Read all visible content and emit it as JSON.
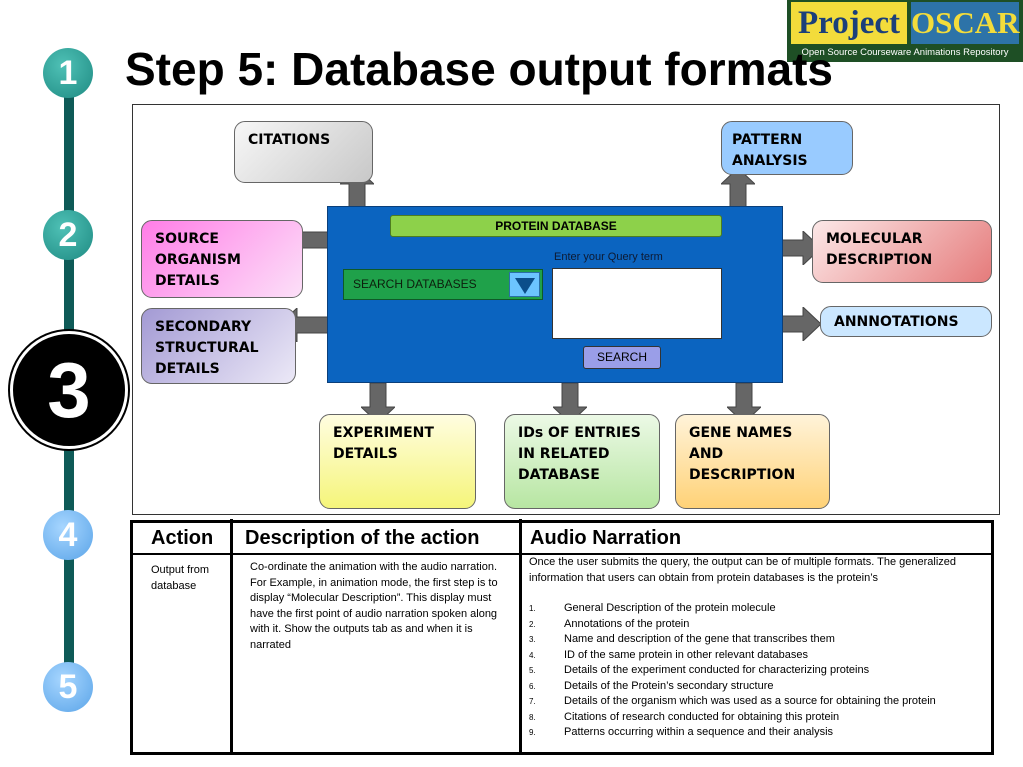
{
  "header": {
    "title": "Step 5: Database output formats",
    "logo": {
      "word1": "Project",
      "word2": "OSCAR",
      "tagline": "Open Source Courseware Animations Repository"
    }
  },
  "steps": [
    {
      "label": "1",
      "state": "done",
      "color": "#1e8a82"
    },
    {
      "label": "2",
      "state": "done",
      "color": "#1e8a82"
    },
    {
      "label": "3",
      "state": "current",
      "color": "#000000"
    },
    {
      "label": "4",
      "state": "upcoming",
      "color": "#5aa4e8"
    },
    {
      "label": "5",
      "state": "upcoming",
      "color": "#5aa4e8"
    }
  ],
  "diagram": {
    "panel": {
      "title": "PROTEIN DATABASE",
      "dropdown_label": "SEARCH DATABASES",
      "query_label": "Enter your Query term",
      "query_value": "",
      "search_button": "SEARCH"
    },
    "outputs": {
      "citations": "CITATIONS",
      "pattern_analysis": "PATTERN ANALYSIS",
      "source_organism": "SOURCE ORGANISM DETAILS",
      "secondary_structural": "SECONDARY STRUCTURAL DETAILS",
      "molecular_description": "MOLECULAR DESCRIPTION",
      "annotations": "ANNNOTATIONS",
      "experiment_details": "EXPERIMENT DETAILS",
      "ids_of_entries": "IDs OF ENTRIES IN RELATED DATABASE",
      "gene_names": "GENE NAMES AND DESCRIPTION"
    }
  },
  "table": {
    "headers": [
      "Action",
      "Description of the action",
      "Audio Narration"
    ],
    "action": "Output from database",
    "description": "Co-ordinate the animation with the audio narration. For Example, in animation mode, the first step is to display “Molecular Description”. This display must have the first point of audio narration spoken along with it. Show the outputs tab as and when it is narrated",
    "narration_intro": "Once the user submits the query, the output can be of multiple formats. The generalized information that users can obtain from protein databases is the protein’s",
    "narration_items": [
      {
        "num": "1.",
        "text": "General Description of the protein molecule"
      },
      {
        "num": "2.",
        "text": "Annotations of the protein"
      },
      {
        "num": "3.",
        "text": "Name and description of the gene that transcribes them"
      },
      {
        "num": "4.",
        "text": "ID of the same protein in other relevant databases"
      },
      {
        "num": "5.",
        "text": "Details of the experiment conducted for characterizing proteins"
      },
      {
        "num": "6.",
        "text": "Details of the Protein’s secondary structure"
      },
      {
        "num": "7.",
        "text": "Details of the organism which was used as a source for obtaining the protein"
      },
      {
        "num": "8.",
        "text": "Citations of research conducted for obtaining this protein"
      },
      {
        "num": "9.",
        "text": "Patterns occurring within a sequence and their analysis"
      }
    ]
  }
}
